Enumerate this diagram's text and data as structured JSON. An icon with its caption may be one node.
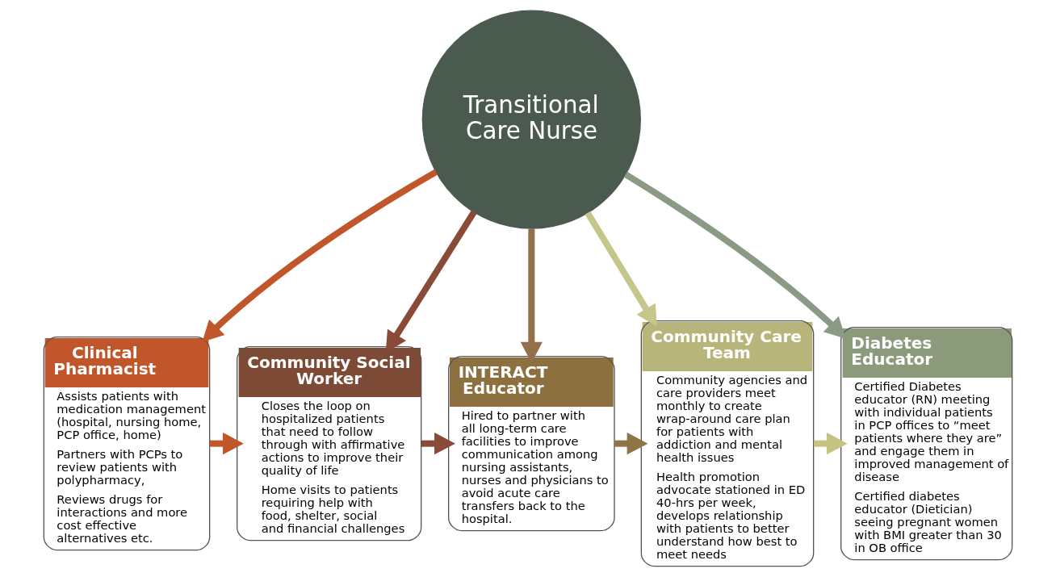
{
  "diagram": {
    "nodes": [
      {
        "text": [
          "Transitional Care Nurse"
        ]
      },
      {
        "text": [
          "Clinical Pharmacist",
          "Assists patients with medication management (hospital, nursing home, PCP office, home)",
          "Partners with PCPs to review patients with polypharmacy,",
          "Reviews drugs for interactions and more cost effective alternatives etc."
        ]
      },
      {
        "text": [
          "Community Social Worker",
          "Closes the loop on hospitalized patients that need to follow through with affirmative actions to improve their quality of life",
          "Home visits to patients requiring help with food, shelter, social and financial challenges"
        ]
      },
      {
        "text": [
          "INTERACT Educator",
          "Hired to partner with all long-term care facilities to improve communication among nursing assistants, nurses and physicians to avoid acute care transfers back to the hospital."
        ]
      },
      {
        "text": [
          "Community Care Team",
          "Community agencies and care providers meet monthly to create wrap-around care plan for patients with addiction and mental health issues",
          "Health promotion advocate stationed in ED 40-hrs per week, develops relationship with patients to better understand how best to meet needs"
        ]
      },
      {
        "text": [
          "Diabetes Educator",
          "Certified Diabetes educator (RN) meeting with individual patients in PCP offices to “meet patients where they are” and engage them in improved management of disease",
          "Certified diabetes educator (Dietician) seeing pregnant women with BMI greater than 30 in OB office"
        ]
      }
    ],
    "edges": [
      {
        "from": 0,
        "to": 1,
        "arrow": "to",
        "color": "#c0562a"
      },
      {
        "from": 0,
        "to": 2,
        "arrow": "to",
        "color": "#8a4a38"
      },
      {
        "from": 0,
        "to": 3,
        "arrow": "to",
        "color": "#93704a"
      },
      {
        "from": 0,
        "to": 4,
        "arrow": "to",
        "color": "#c5c68a"
      },
      {
        "from": 0,
        "to": 5,
        "arrow": "to",
        "color": "#8a9a85"
      },
      {
        "from": 1,
        "to": 2,
        "arrow": "to",
        "color": "#c0562a"
      },
      {
        "from": 2,
        "to": 3,
        "arrow": "to",
        "color": "#8a4a38"
      },
      {
        "from": 3,
        "to": 4,
        "arrow": "to",
        "color": "#8f7448"
      },
      {
        "from": 4,
        "to": 5,
        "arrow": "to",
        "color": "#c5c37f"
      }
    ]
  }
}
